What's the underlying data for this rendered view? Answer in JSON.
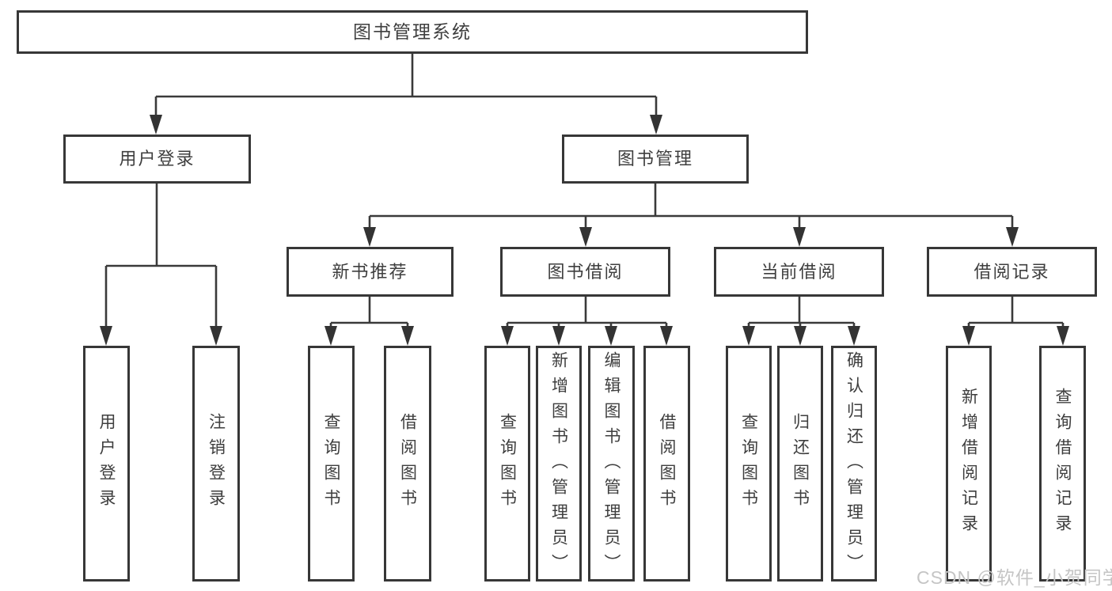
{
  "diagram": {
    "type": "hierarchy-tree",
    "title": "图书管理系统"
  },
  "colors": {
    "line": "#3a3a3a",
    "box_border": "#373737",
    "text": "#3e3e3e",
    "background": "#ffffff",
    "watermark": "#c5c5c5"
  },
  "watermark": {
    "text": "CSDN @软件_小贺同学"
  },
  "tree": {
    "label": "图书管理系统",
    "children": [
      {
        "label": "用户登录",
        "children": [
          {
            "label": "用户登录"
          },
          {
            "label": "注销登录"
          }
        ]
      },
      {
        "label": "图书管理",
        "children": [
          {
            "label": "新书推荐",
            "children": [
              {
                "label": "查询图书"
              },
              {
                "label": "借阅图书"
              }
            ]
          },
          {
            "label": "图书借阅",
            "children": [
              {
                "label": "查询图书"
              },
              {
                "label": "新增图书（管理员）"
              },
              {
                "label": "编辑图书（管理员）"
              },
              {
                "label": "借阅图书"
              }
            ]
          },
          {
            "label": "当前借阅",
            "children": [
              {
                "label": "查询图书"
              },
              {
                "label": "归还图书"
              },
              {
                "label": "确认归还（管理员）"
              }
            ]
          },
          {
            "label": "借阅记录",
            "children": [
              {
                "label": "新增借阅记录"
              },
              {
                "label": "查询借阅记录"
              }
            ]
          }
        ]
      }
    ]
  }
}
